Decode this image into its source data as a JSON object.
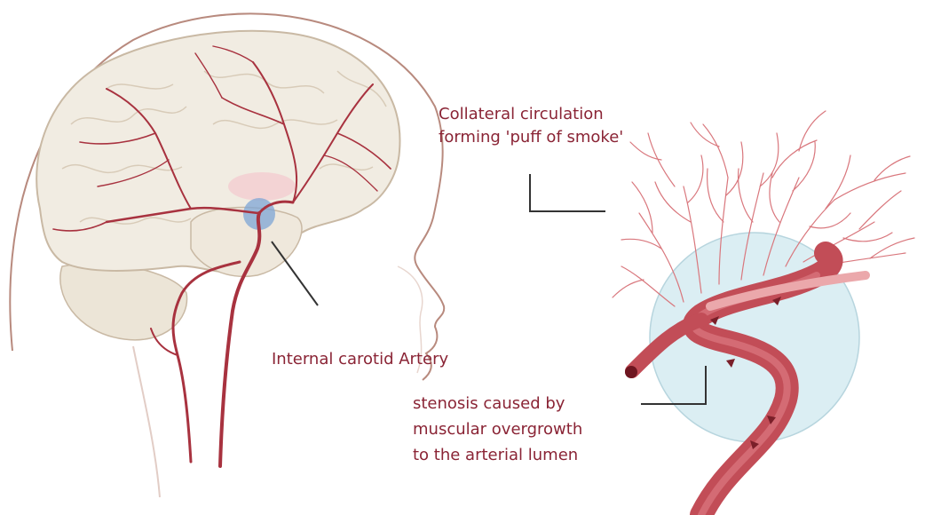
{
  "labels": {
    "collateral": {
      "line1": "Collateral circulation",
      "line2": "forming 'puff of smoke'"
    },
    "internal_carotid": "Internal carotid Artery",
    "stenosis": {
      "line1": "stenosis caused by",
      "line2": "muscular overgrowth",
      "line3": "to the arterial lumen"
    }
  },
  "colors": {
    "label_text": "#8a2435",
    "artery": "#b8454f",
    "artery_light": "#d9777d",
    "brain": "#f1ece2",
    "brain_outline": "#c9b9a4",
    "head_outline": "#b88a7e",
    "sphere": "#dbeef3",
    "highlight": "#7da6d6",
    "pointer_line": "#333333"
  }
}
